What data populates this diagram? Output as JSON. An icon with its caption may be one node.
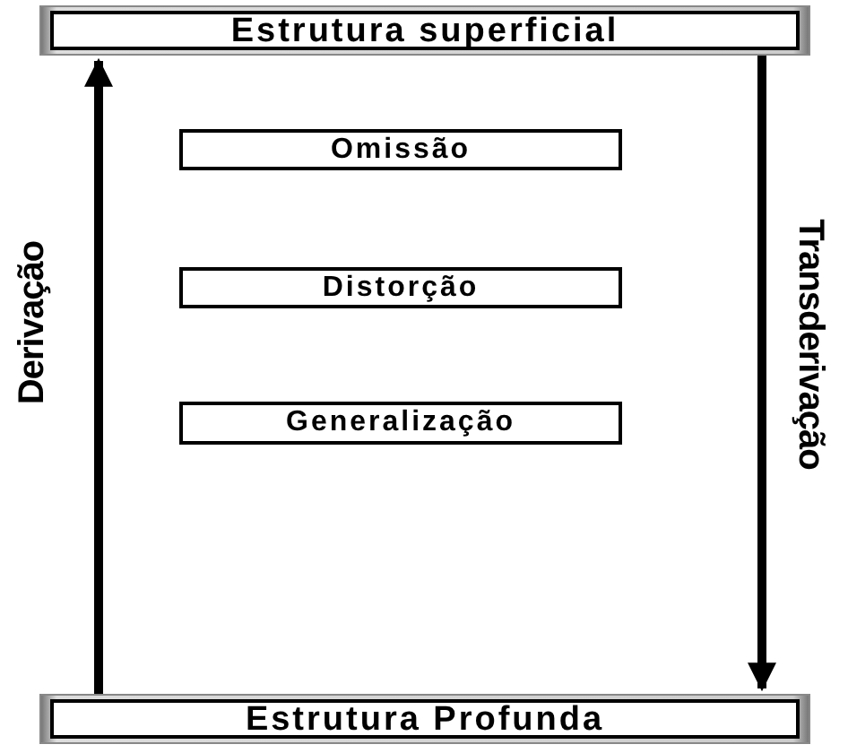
{
  "diagram": {
    "nodes": [
      {
        "text": [
          "Estrutura superficial"
        ]
      },
      {
        "text": [
          "Omissão"
        ]
      },
      {
        "text": [
          "Distorção"
        ]
      },
      {
        "text": [
          "Generalização"
        ]
      },
      {
        "text": [
          "Estrutura Profunda"
        ]
      }
    ],
    "edges": [
      {
        "from": 4,
        "to": 0,
        "arrow": "to",
        "label": "Derivação"
      },
      {
        "from": 0,
        "to": 4,
        "arrow": "to",
        "label": "Transderivação"
      }
    ]
  }
}
